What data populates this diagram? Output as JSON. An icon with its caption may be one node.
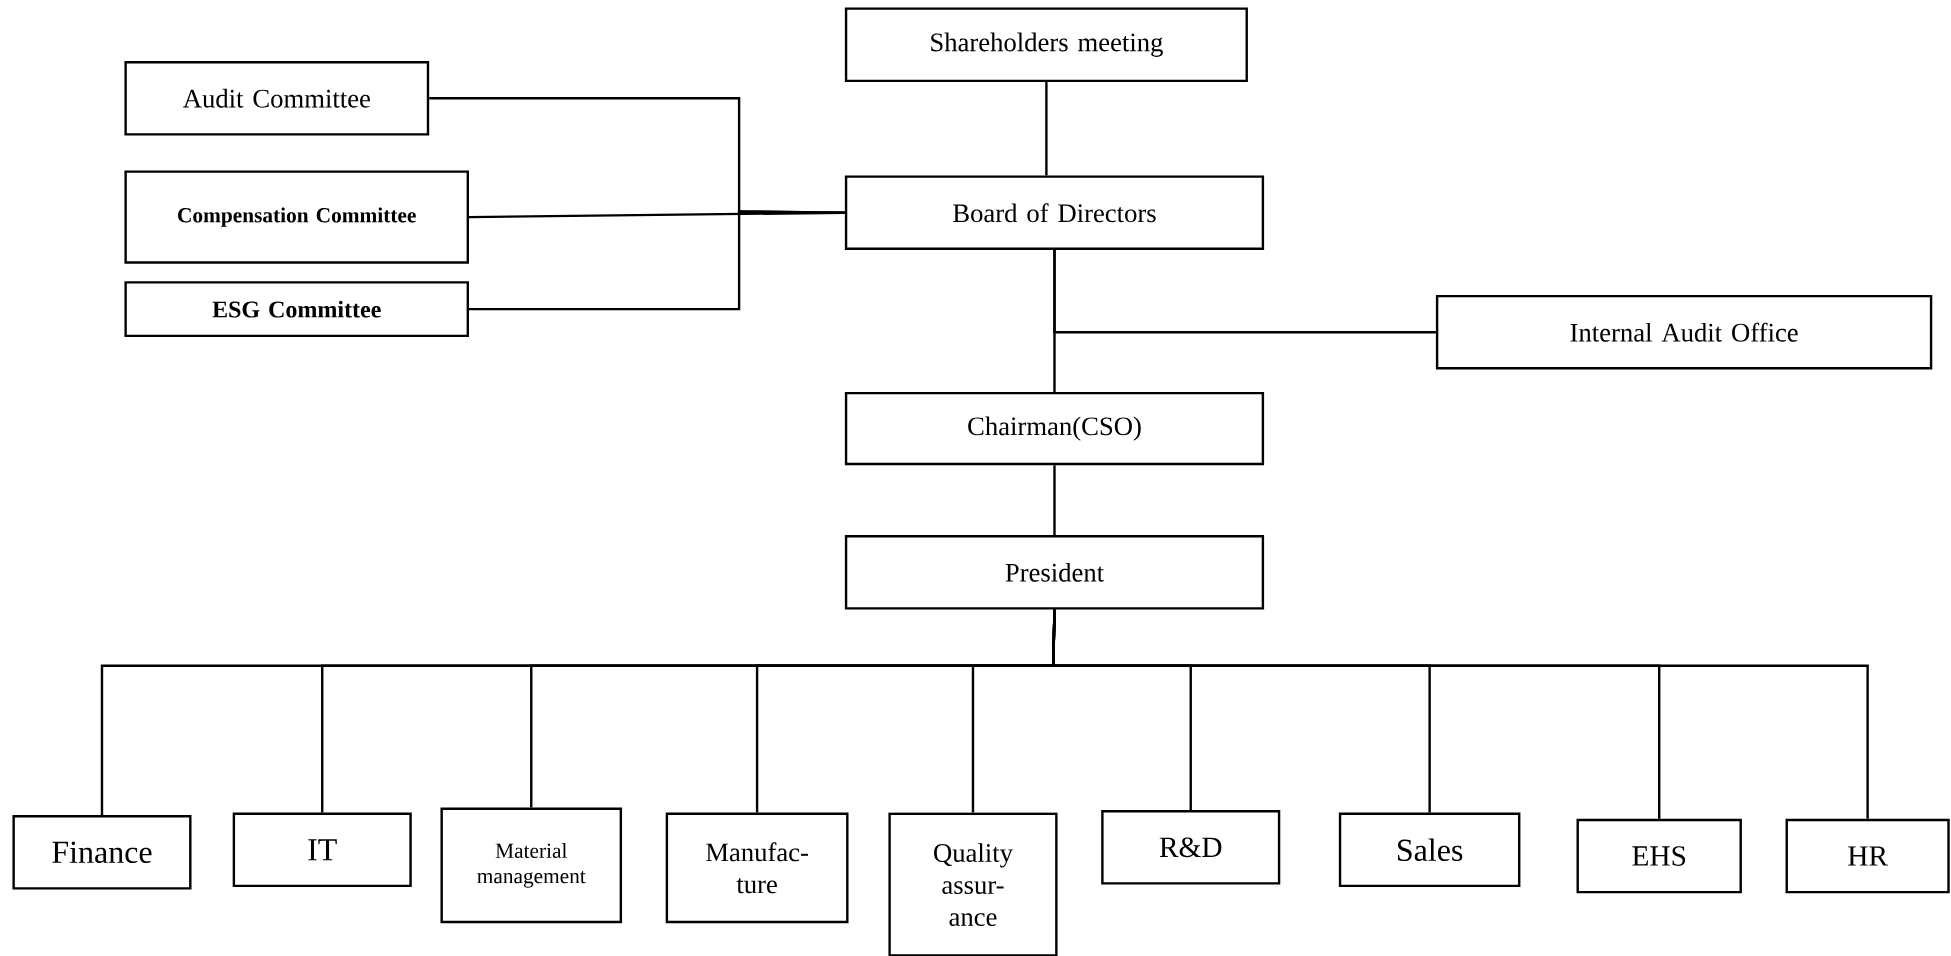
{
  "diagram": {
    "nodes": [
      {
        "text": [
          "Shareholders meeting"
        ]
      },
      {
        "text": [
          "Audit Committee"
        ]
      },
      {
        "text": [
          "Compensation Committee"
        ]
      },
      {
        "text": [
          "ESG Committee"
        ]
      },
      {
        "text": [
          "Board of Directors"
        ]
      },
      {
        "text": [
          "Internal Audit Office"
        ]
      },
      {
        "text": [
          "Chairman(CSO)"
        ]
      },
      {
        "text": [
          "President"
        ]
      },
      {
        "text": [
          "Finance"
        ]
      },
      {
        "text": [
          "IT"
        ]
      },
      {
        "text": [
          "Material management"
        ]
      },
      {
        "text": [
          "Manufac- ture"
        ]
      },
      {
        "text": [
          "Quality assur- ance"
        ]
      },
      {
        "text": [
          "R&D"
        ]
      },
      {
        "text": [
          "Sales"
        ]
      },
      {
        "text": [
          "EHS"
        ]
      },
      {
        "text": [
          "HR"
        ]
      }
    ],
    "edges": [
      {
        "from": 0,
        "to": 4,
        "arrow": "none"
      },
      {
        "from": 1,
        "to": 4,
        "arrow": "none"
      },
      {
        "from": 2,
        "to": 4,
        "arrow": "none"
      },
      {
        "from": 3,
        "to": 4,
        "arrow": "none"
      },
      {
        "from": 4,
        "to": 5,
        "arrow": "none"
      },
      {
        "from": 4,
        "to": 6,
        "arrow": "none"
      },
      {
        "from": 6,
        "to": 7,
        "arrow": "none"
      },
      {
        "from": 7,
        "to": 8,
        "arrow": "none"
      },
      {
        "from": 7,
        "to": 9,
        "arrow": "none"
      },
      {
        "from": 7,
        "to": 10,
        "arrow": "none"
      },
      {
        "from": 7,
        "to": 11,
        "arrow": "none"
      },
      {
        "from": 7,
        "to": 12,
        "arrow": "none"
      },
      {
        "from": 7,
        "to": 13,
        "arrow": "none"
      },
      {
        "from": 7,
        "to": 14,
        "arrow": "none"
      },
      {
        "from": 7,
        "to": 15,
        "arrow": "none"
      },
      {
        "from": 7,
        "to": 16,
        "arrow": "none"
      }
    ]
  }
}
